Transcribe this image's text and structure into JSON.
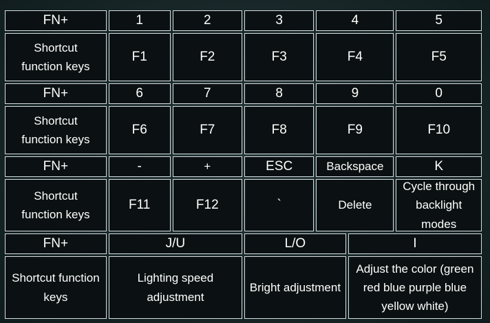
{
  "rows": [
    {
      "header": "FN+",
      "keys": [
        "1",
        "2",
        "3",
        "4",
        "5"
      ]
    },
    {
      "header": "Shortcut\nfunction keys",
      "keys": [
        "F1",
        "F2",
        "F3",
        "F4",
        "F5"
      ]
    },
    {
      "header": "FN+",
      "keys": [
        "6",
        "7",
        "8",
        "9",
        "0"
      ]
    },
    {
      "header": "Shortcut\nfunction keys",
      "keys": [
        "F6",
        "F7",
        "F8",
        "F9",
        "F10"
      ]
    },
    {
      "header": "FN+",
      "keys": [
        "-",
        "+",
        "ESC",
        "Backspace",
        "K"
      ]
    },
    {
      "header": "Shortcut\nfunction keys",
      "keys": [
        "F11",
        "F12",
        "`",
        "Delete",
        "Cycle through backlight modes"
      ]
    }
  ],
  "lighting": {
    "fn_header": "FN+",
    "fn_keys": [
      "J/U",
      "L/O",
      "I"
    ],
    "func_header": "Shortcut function keys",
    "functions": [
      "Lighting speed adjustment",
      "Bright adjustment",
      "Adjust the color (green red blue purple blue yellow white)"
    ]
  }
}
